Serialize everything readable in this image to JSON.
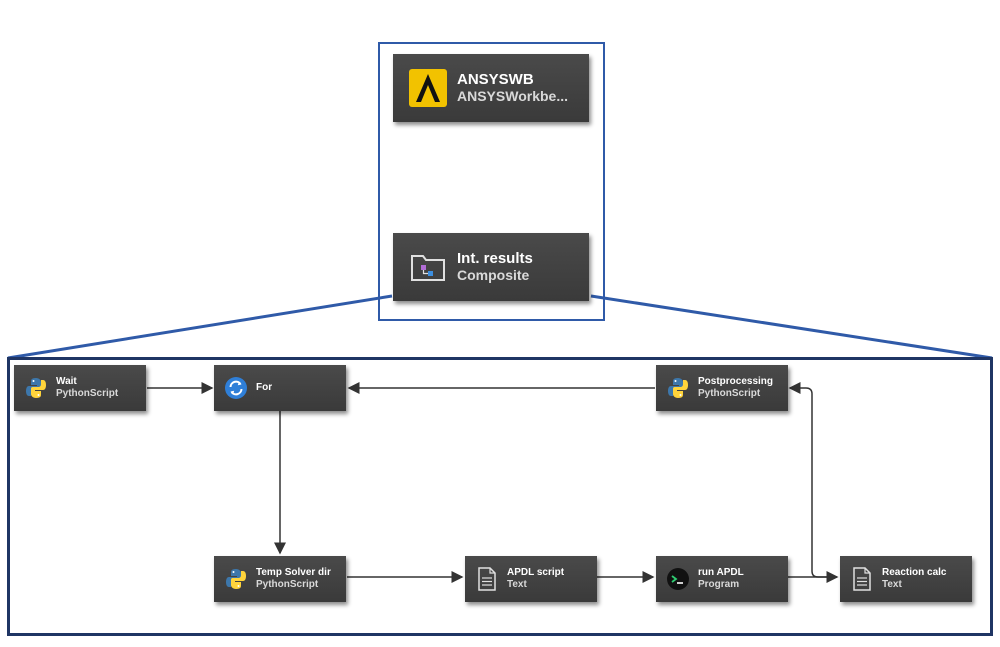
{
  "top_nodes": {
    "ansyswb": {
      "title": "ANSYSWB",
      "subtitle": "ANSYSWorkbe...",
      "icon": "ansys-logo-icon"
    },
    "int_results": {
      "title": "Int. results",
      "subtitle": "Composite",
      "icon": "folder-composite-icon"
    }
  },
  "nodes": {
    "wait": {
      "title": "Wait",
      "subtitle": "PythonScript",
      "icon": "python-icon"
    },
    "for": {
      "title": "For",
      "subtitle": "",
      "icon": "loop-icon"
    },
    "postprocessing": {
      "title": "Postprocessing",
      "subtitle": "PythonScript",
      "icon": "python-icon"
    },
    "temp_solver_dir": {
      "title": "Temp Solver dir",
      "subtitle": "PythonScript",
      "icon": "python-icon"
    },
    "apdl_script": {
      "title": "APDL script",
      "subtitle": "Text",
      "icon": "text-document-icon"
    },
    "run_apdl": {
      "title": "run APDL",
      "subtitle": "Program",
      "icon": "terminal-icon"
    },
    "reaction_calc": {
      "title": "Reaction calc",
      "subtitle": "Text",
      "icon": "text-document-icon"
    }
  },
  "colors": {
    "node_bg": "#404040",
    "top_frame": "#2f5aa8",
    "bottom_frame": "#1f3564",
    "arrow": "#333333",
    "ansys_yellow": "#f2c200",
    "python_blue": "#3d77ab",
    "python_yellow": "#ffd43b",
    "loop_blue": "#2f7fd8"
  }
}
